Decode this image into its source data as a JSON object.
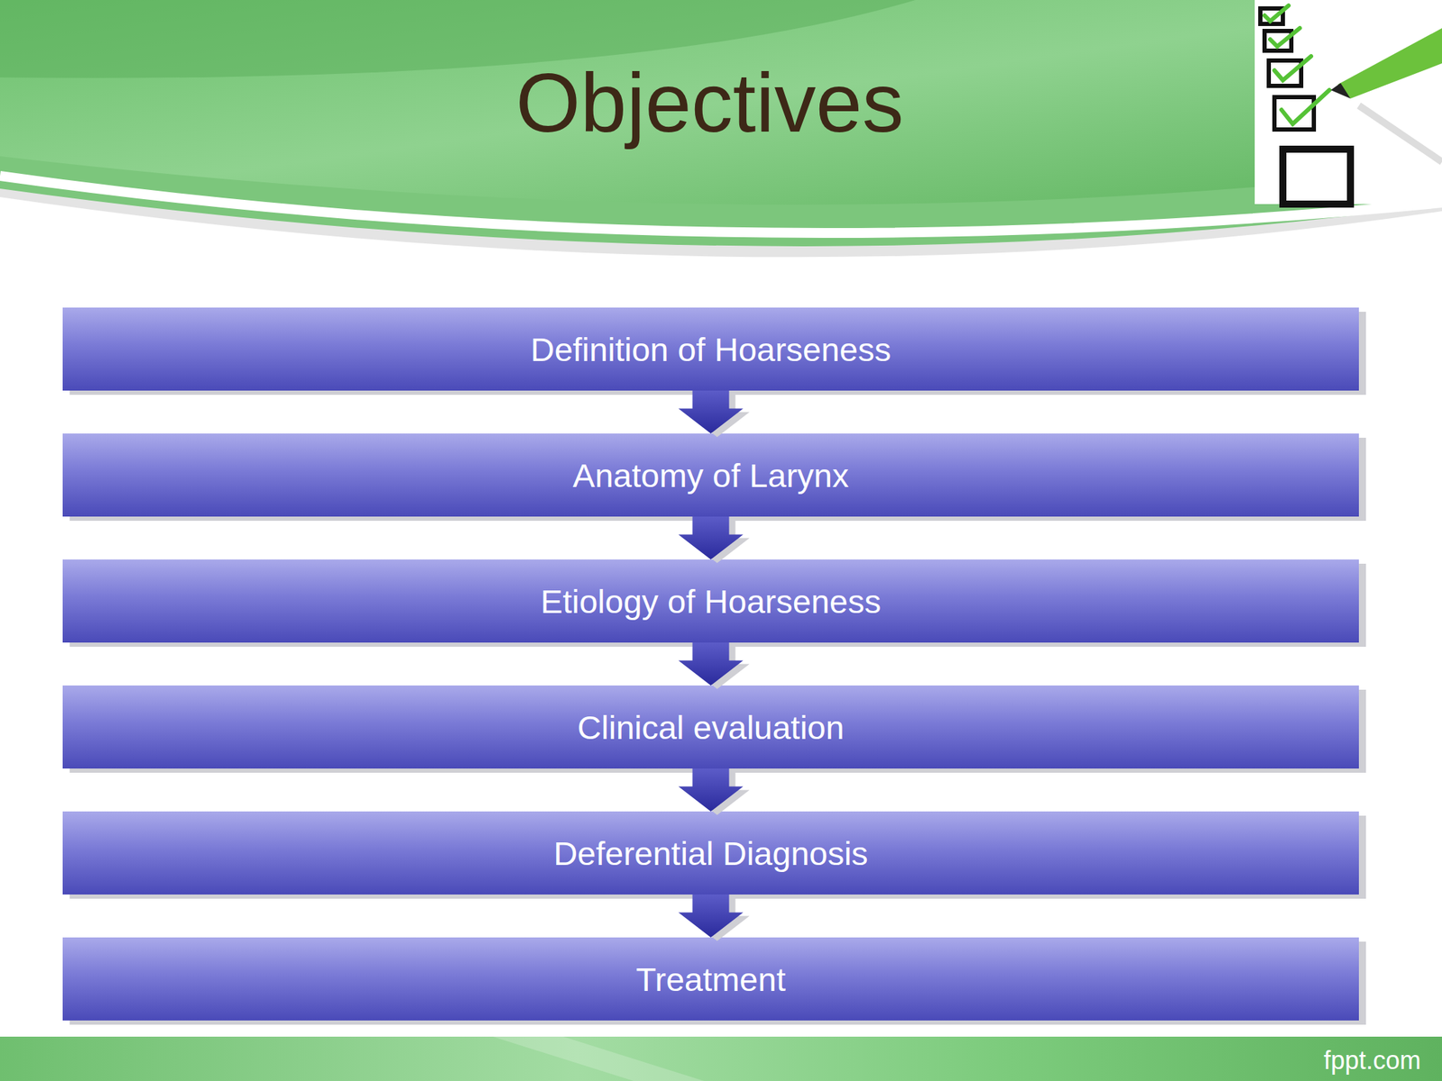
{
  "diagram": {
    "title": "Objectives",
    "nodes": [
      {
        "text": [
          "Definition of Hoarseness"
        ]
      },
      {
        "text": [
          "Anatomy of Larynx"
        ]
      },
      {
        "text": [
          "Etiology of Hoarseness"
        ]
      },
      {
        "text": [
          "Clinical evaluation"
        ]
      },
      {
        "text": [
          "Deferential Diagnosis"
        ]
      },
      {
        "text": [
          "Treatment"
        ]
      }
    ],
    "edges": [
      {
        "from": 0,
        "to": 1,
        "arrow": "to"
      },
      {
        "from": 1,
        "to": 2,
        "arrow": "to"
      },
      {
        "from": 2,
        "to": 3,
        "arrow": "to"
      },
      {
        "from": 3,
        "to": 4,
        "arrow": "to"
      },
      {
        "from": 4,
        "to": 5,
        "arrow": "to"
      }
    ],
    "labels": [
      "fppt.com"
    ]
  }
}
